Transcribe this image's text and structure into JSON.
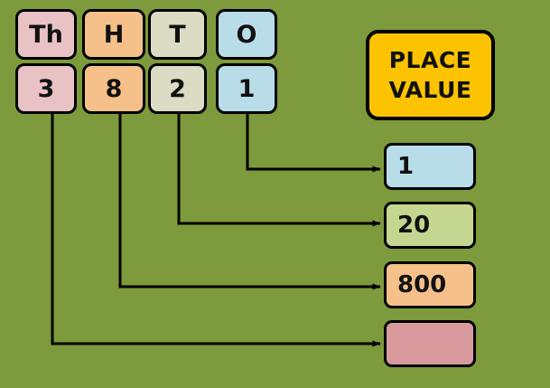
{
  "diagram": {
    "title_box": {
      "line1": "PLACE",
      "line2": "VALUE",
      "color": "#fdc300"
    },
    "background_color": "#7d9a3c",
    "number_shown": "3821",
    "columns": [
      {
        "heading": "Th",
        "digit": "3",
        "color": "#e8c2c4",
        "place_value": ""
      },
      {
        "heading": "H",
        "digit": "8",
        "color": "#f5c08a",
        "place_value": "800"
      },
      {
        "heading": "T",
        "digit": "2",
        "color": "#dcdcc4",
        "place_value": "20"
      },
      {
        "heading": "O",
        "digit": "1",
        "color": "#b8dce8",
        "place_value": "1"
      }
    ],
    "results": [
      {
        "label": "1",
        "color": "#b8dce8"
      },
      {
        "label": "20",
        "color": "#c4d690"
      },
      {
        "label": "800",
        "color": "#f5c08a"
      },
      {
        "label": "",
        "color": "#d99a9e"
      }
    ]
  }
}
